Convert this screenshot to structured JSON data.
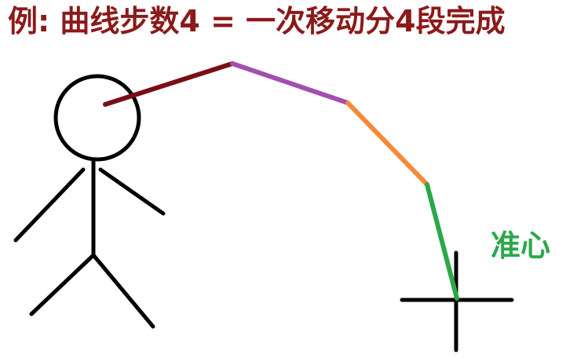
{
  "title": "例: 曲线步数4 = 一次移动分4段完成",
  "crosshair_label": "准心",
  "colors": {
    "title": "#8B1A1A",
    "crosshair_label": "#2BA84A",
    "figure": "#000000",
    "crosshair": "#000000",
    "segments": [
      "#7A0E16",
      "#A24FB0",
      "#F58A3A",
      "#2BA84A"
    ]
  },
  "segments": [
    {
      "step": 1,
      "color_name": "dark-red"
    },
    {
      "step": 2,
      "color_name": "purple"
    },
    {
      "step": 3,
      "color_name": "orange"
    },
    {
      "step": 4,
      "color_name": "green"
    }
  ]
}
